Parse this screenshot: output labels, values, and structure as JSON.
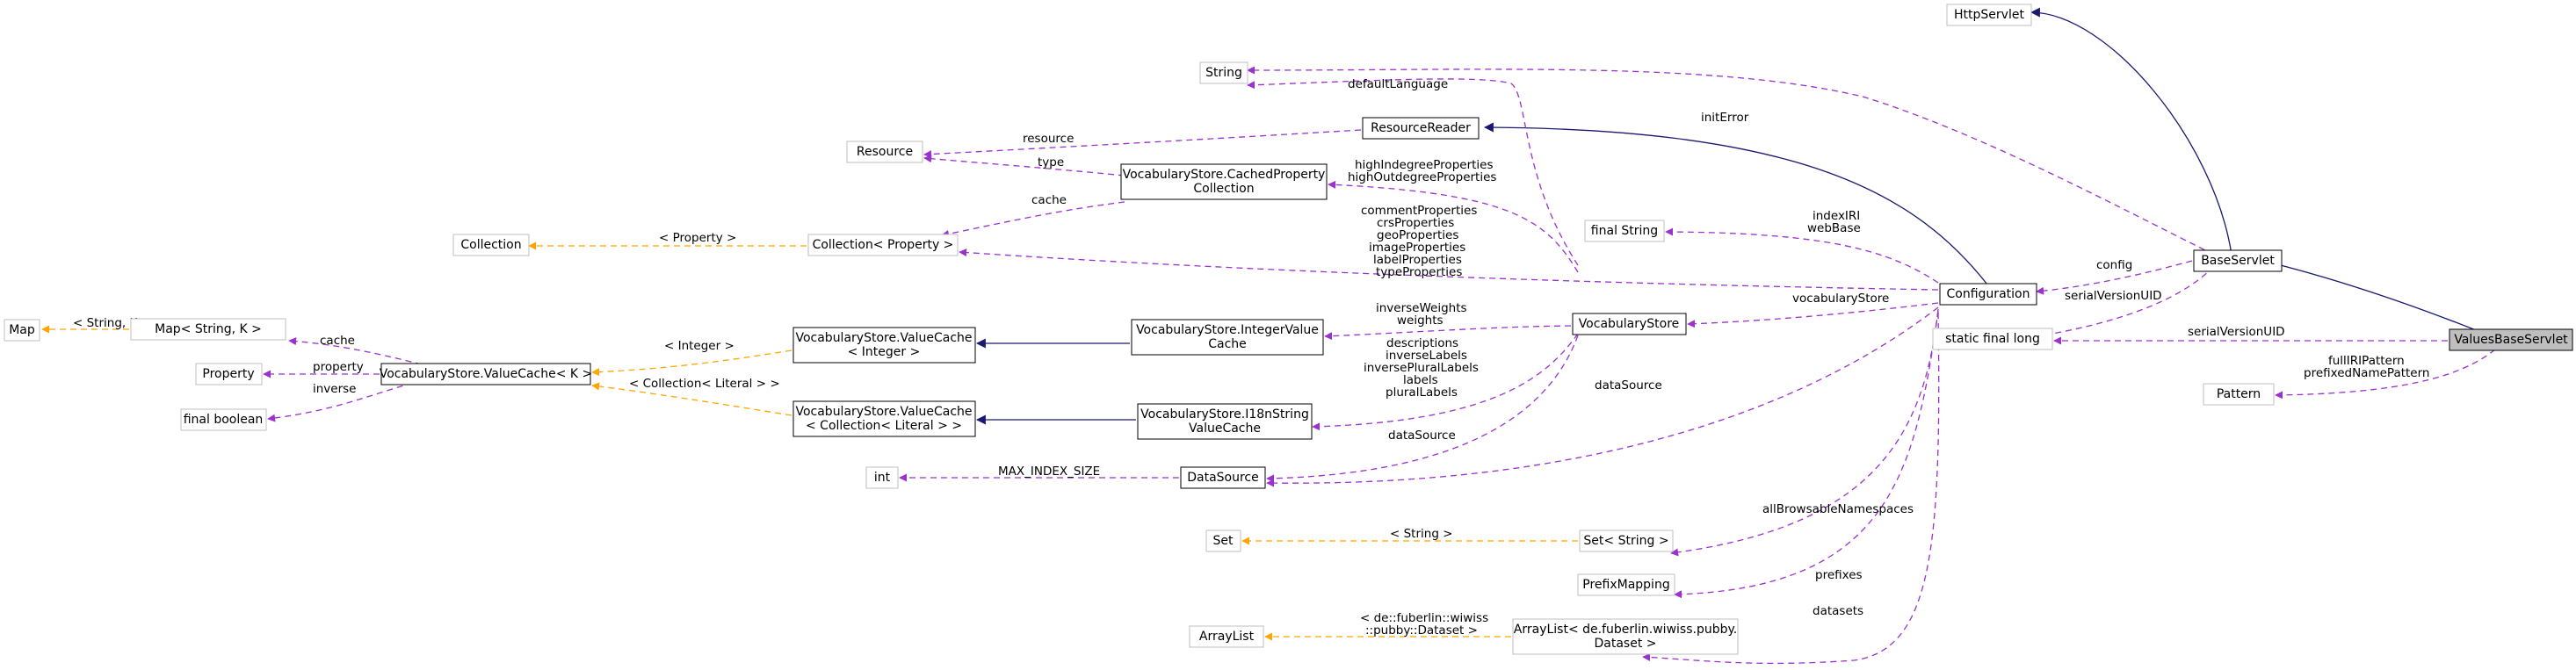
{
  "nodes": {
    "http_servlet": "HttpServlet",
    "string": "String",
    "resource_reader": "ResourceReader",
    "resource": "Resource",
    "cached_property_collection": [
      "VocabularyStore.CachedProperty",
      "Collection"
    ],
    "collection": "Collection",
    "collection_property": "Collection< Property >",
    "final_string": "final String",
    "base_servlet": "BaseServlet",
    "configuration": "Configuration",
    "static_final_long": "static final long",
    "values_base_servlet": "ValuesBaseServlet",
    "map": "Map",
    "map_string_k": "Map< String, K >",
    "value_cache_integer": [
      "VocabularyStore.ValueCache",
      "< Integer >"
    ],
    "integer_value_cache": [
      "VocabularyStore.IntegerValue",
      "Cache"
    ],
    "vocabulary_store": "VocabularyStore",
    "property": "Property",
    "value_cache_k": "VocabularyStore.ValueCache< K >",
    "pattern": "Pattern",
    "final_boolean": "final boolean",
    "value_cache_collection_literal": [
      "VocabularyStore.ValueCache",
      "< Collection< Literal > >"
    ],
    "i18n_string_value_cache": [
      "VocabularyStore.I18nString",
      "ValueCache"
    ],
    "int": "int",
    "data_source": "DataSource",
    "set": "Set",
    "set_string": "Set< String >",
    "prefix_mapping": "PrefixMapping",
    "array_list": "ArrayList",
    "array_list_dataset": [
      "ArrayList< de.fuberlin.wiwiss.pubby.",
      "Dataset >"
    ]
  },
  "edge_labels": {
    "default_language": "defaultLanguage",
    "init_error": "initError",
    "resource": "resource",
    "type": "type",
    "high_degree": [
      "highIndegreeProperties",
      "highOutdegreeProperties"
    ],
    "cache_top": "cache",
    "property_template": "< Property >",
    "configuration_properties": [
      "commentProperties",
      "crsProperties",
      "geoProperties",
      "imageProperties",
      "labelProperties",
      "typeProperties"
    ],
    "index_iri": [
      "indexIRI",
      "webBase"
    ],
    "config": "config",
    "vocabulary_store": "vocabularyStore",
    "serial_version_uid_top": "serialVersionUID",
    "serial_version_uid_right": "serialVersionUID",
    "string_k_template": "< String, K >",
    "cache_left": "cache",
    "integer_template": "< Integer >",
    "inverse_weights": [
      "inverseWeights",
      "weights"
    ],
    "full_iri_pattern": [
      "fullIRIPattern",
      "prefixedNamePattern"
    ],
    "property": "property",
    "inverse": "inverse",
    "collection_literal_template": "< Collection< Literal > >",
    "descriptions": [
      "descriptions",
      "inverseLabels",
      "inversePluralLabels",
      "labels",
      "pluralLabels"
    ],
    "data_source_right": "dataSource",
    "data_source_mid": "dataSource",
    "max_index_size": "MAX_INDEX_SIZE",
    "all_browsable_namespaces": "allBrowsableNamespaces",
    "string_template": "< String >",
    "prefixes": "prefixes",
    "dataset_template": [
      "< de::fuberlin::wiwiss",
      "::pubby::Dataset >"
    ],
    "datasets": "datasets"
  },
  "colors": {
    "usage_edge": "#9a32cd",
    "template_edge": "#ffa500",
    "inheritance_edge": "#191970",
    "external_class_border": "#bfbfbf",
    "documented_class_border": "#000000",
    "focus_fill": "#bfbfbf"
  }
}
